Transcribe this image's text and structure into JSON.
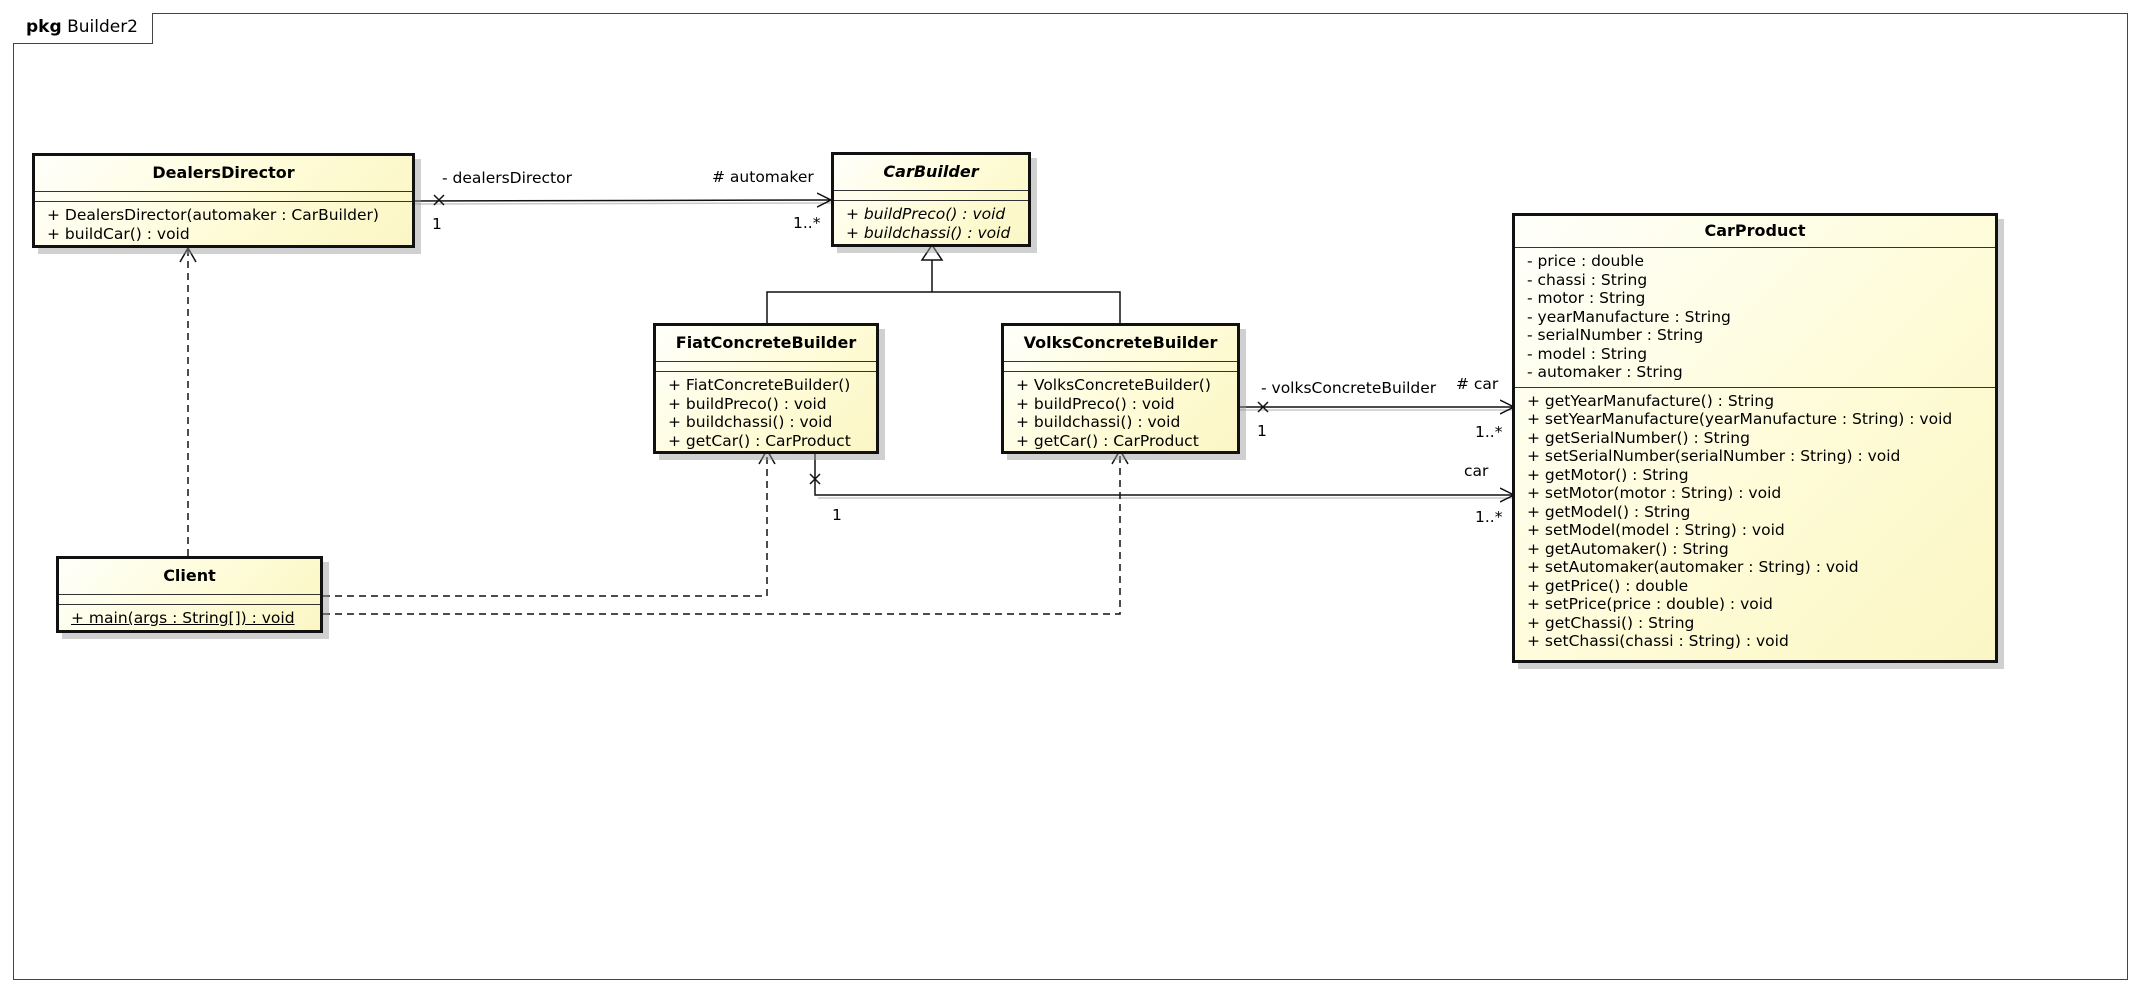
{
  "package": {
    "keyword": "pkg",
    "name": "Builder2"
  },
  "classes": {
    "dealers_director": {
      "name": "DealersDirector",
      "attributes": [],
      "operations": [
        "+ DealersDirector(automaker : CarBuilder)",
        "+ buildCar() : void"
      ]
    },
    "car_builder": {
      "name": "CarBuilder",
      "attributes": [],
      "operations": [
        "+ buildPreco() : void",
        "+ buildchassi() : void"
      ]
    },
    "fiat_concrete_builder": {
      "name": "FiatConcreteBuilder",
      "attributes": [],
      "operations": [
        "+ FiatConcreteBuilder()",
        "+ buildPreco() : void",
        "+ buildchassi() : void",
        "+ getCar() : CarProduct"
      ]
    },
    "volks_concrete_builder": {
      "name": "VolksConcreteBuilder",
      "attributes": [],
      "operations": [
        "+ VolksConcreteBuilder()",
        "+ buildPreco() : void",
        "+ buildchassi() : void",
        "+ getCar() : CarProduct"
      ]
    },
    "client": {
      "name": "Client",
      "attributes": [],
      "operations": [
        "+ main(args : String[]) : void"
      ]
    },
    "car_product": {
      "name": "CarProduct",
      "attributes": [
        "- price : double",
        "- chassi : String",
        "- motor : String",
        "- yearManufacture : String",
        "- serialNumber : String",
        "- model : String",
        "- automaker : String"
      ],
      "operations": [
        "+ getYearManufacture() : String",
        "+ setYearManufacture(yearManufacture : String) : void",
        "+ getSerialNumber() : String",
        "+ setSerialNumber(serialNumber : String) : void",
        "+ getMotor() : String",
        "+ setMotor(motor : String) : void",
        "+ getModel() : String",
        "+ setModel(model : String) : void",
        "+ getAutomaker() : String",
        "+ setAutomaker(automaker : String) : void",
        "+ getPrice() : double",
        "+ setPrice(price : double) : void",
        "+ getChassi() : String",
        "+ setChassi(chassi : String) : void"
      ]
    }
  },
  "associations": {
    "director_builder": {
      "source_role": "- dealersDirector",
      "source_mult": "1",
      "target_role": "# automaker",
      "target_mult": "1..*"
    },
    "volks_product": {
      "source_role": "- volksConcreteBuilder",
      "source_mult": "1",
      "target_role": "# car",
      "target_mult": "1..*"
    },
    "fiat_product": {
      "source_mult": "1",
      "target_role": "car",
      "target_mult": "1..*"
    }
  },
  "colors": {
    "class_fill": "#fefcd8",
    "line": "#111111"
  }
}
